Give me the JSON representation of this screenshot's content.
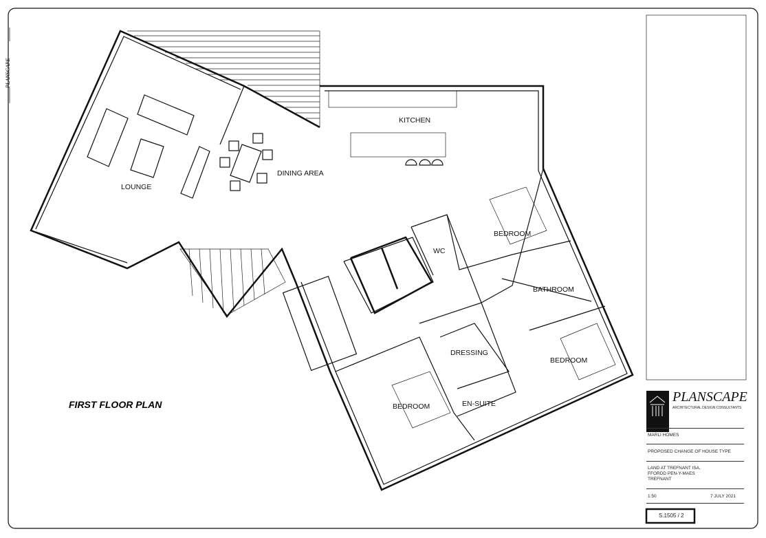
{
  "plan": {
    "title": "FIRST FLOOR PLAN",
    "side_brand": "PLANSCAPE",
    "rooms": {
      "lounge": "LOUNGE",
      "dining": "DINING AREA",
      "kitchen": "KITCHEN",
      "wc": "WC",
      "bedroom1": "BEDROOM",
      "bathroom": "BATHROOM",
      "bedroom2": "BEDROOM",
      "dressing": "DRESSING",
      "ensuite": "EN-SUITE",
      "bedroom3": "BEDROOM"
    }
  },
  "title_block": {
    "brand": "PLANSCAPE",
    "tagline": "ARCHITECTURAL DESIGN CONSULTANTS",
    "client": "MARLI HOMES",
    "description": "PROPOSED CHANGE OF HOUSE TYPE",
    "address": [
      "LAND AT TREFNANT ISA,",
      "FFORDD PEN-Y-MAES",
      "TREFNANT"
    ],
    "scale": "1:50",
    "date": "7 JULY 2021",
    "drawing_number": "S.1505 / 2"
  }
}
